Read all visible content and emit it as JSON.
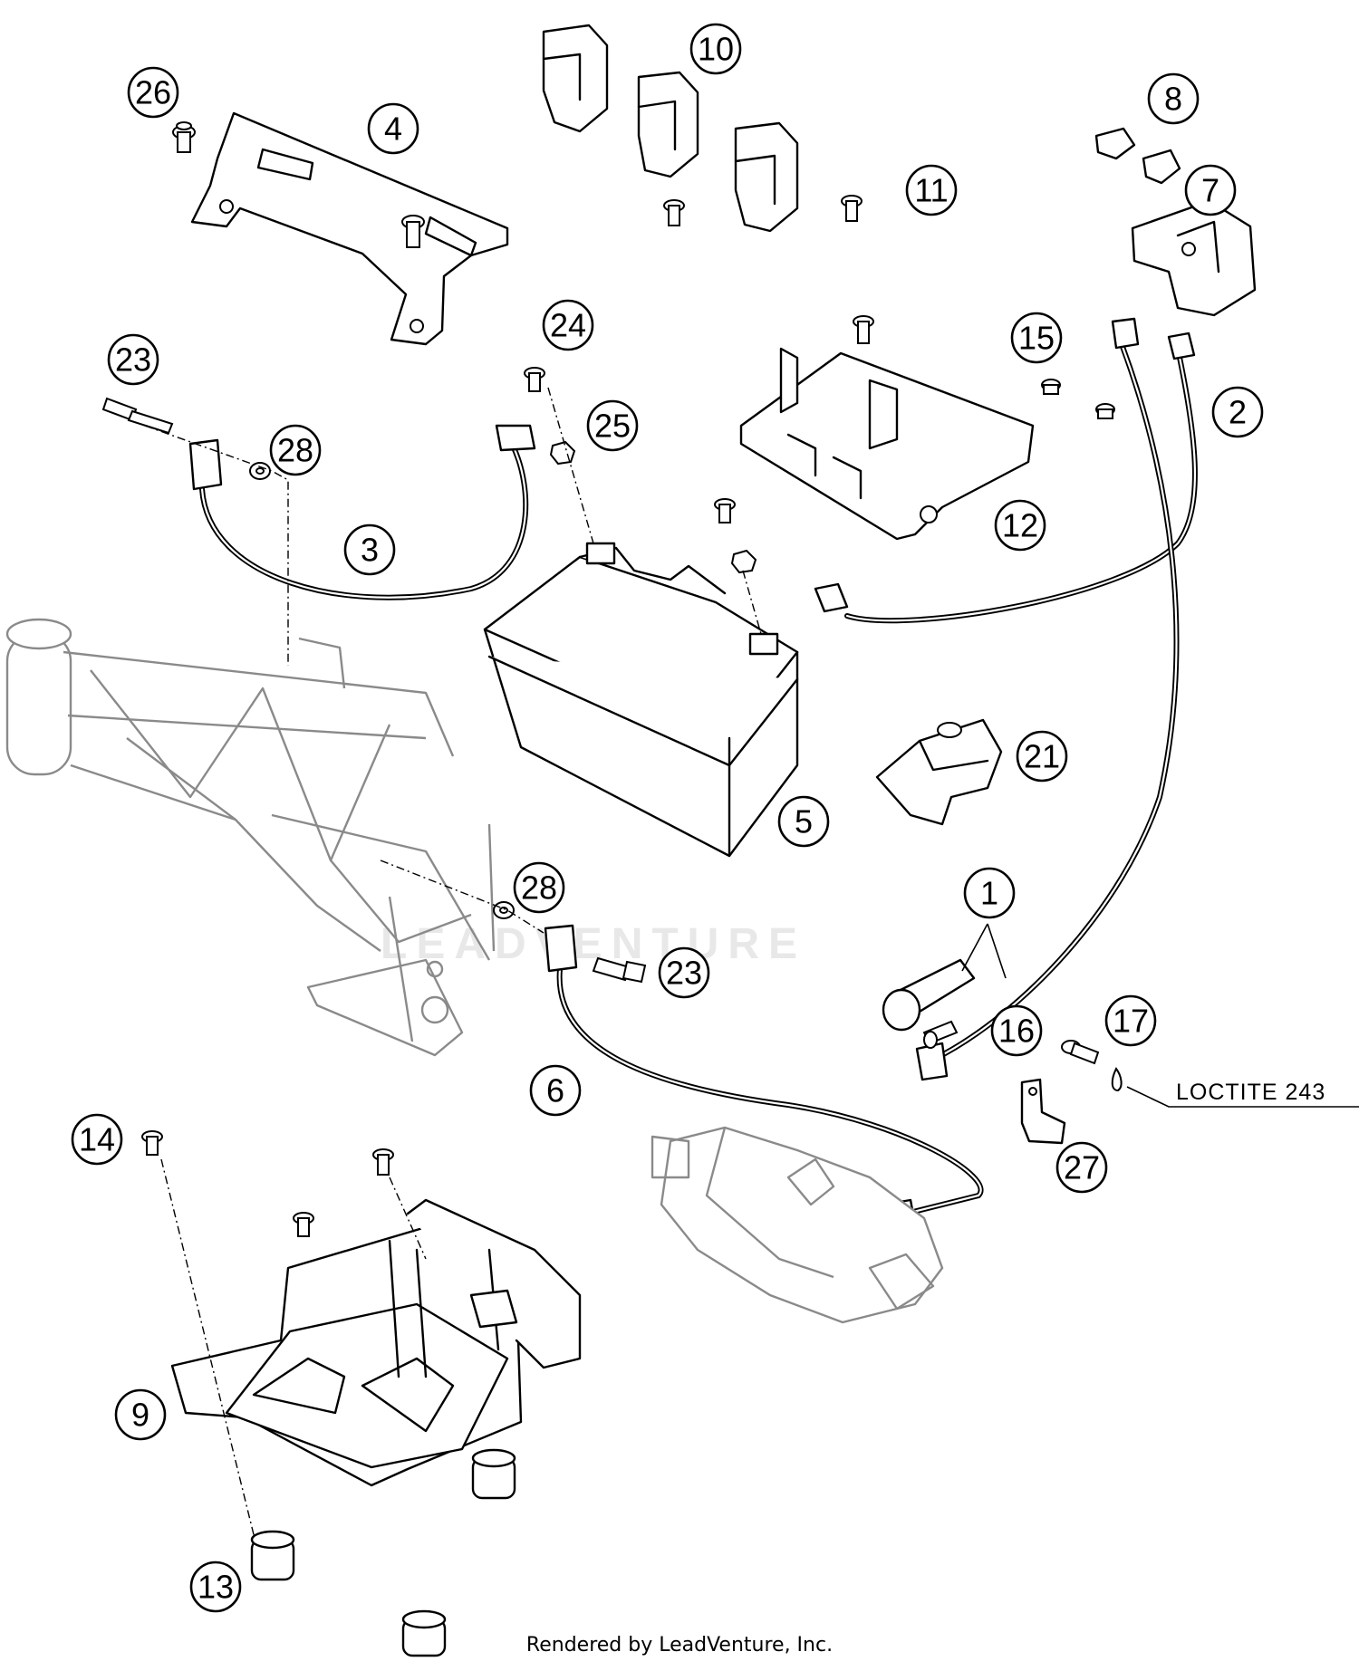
{
  "diagram": {
    "callouts": [
      {
        "id": "1",
        "label": "1"
      },
      {
        "id": "2",
        "label": "2"
      },
      {
        "id": "3",
        "label": "3"
      },
      {
        "id": "4",
        "label": "4"
      },
      {
        "id": "5",
        "label": "5"
      },
      {
        "id": "6",
        "label": "6"
      },
      {
        "id": "7",
        "label": "7"
      },
      {
        "id": "8",
        "label": "8"
      },
      {
        "id": "9",
        "label": "9"
      },
      {
        "id": "10",
        "label": "10"
      },
      {
        "id": "11",
        "label": "11"
      },
      {
        "id": "12",
        "label": "12"
      },
      {
        "id": "13",
        "label": "13"
      },
      {
        "id": "14",
        "label": "14"
      },
      {
        "id": "15",
        "label": "15"
      },
      {
        "id": "16",
        "label": "16"
      },
      {
        "id": "17",
        "label": "17"
      },
      {
        "id": "21",
        "label": "21"
      },
      {
        "id": "23a",
        "label": "23"
      },
      {
        "id": "23b",
        "label": "23"
      },
      {
        "id": "24",
        "label": "24"
      },
      {
        "id": "25",
        "label": "25"
      },
      {
        "id": "26",
        "label": "26"
      },
      {
        "id": "27",
        "label": "27"
      },
      {
        "id": "28a",
        "label": "28"
      },
      {
        "id": "28b",
        "label": "28"
      }
    ],
    "note": "LOCTITE 243",
    "watermark": "LEADVENTURE"
  },
  "footer": {
    "credit": "Rendered by LeadVenture, Inc."
  }
}
